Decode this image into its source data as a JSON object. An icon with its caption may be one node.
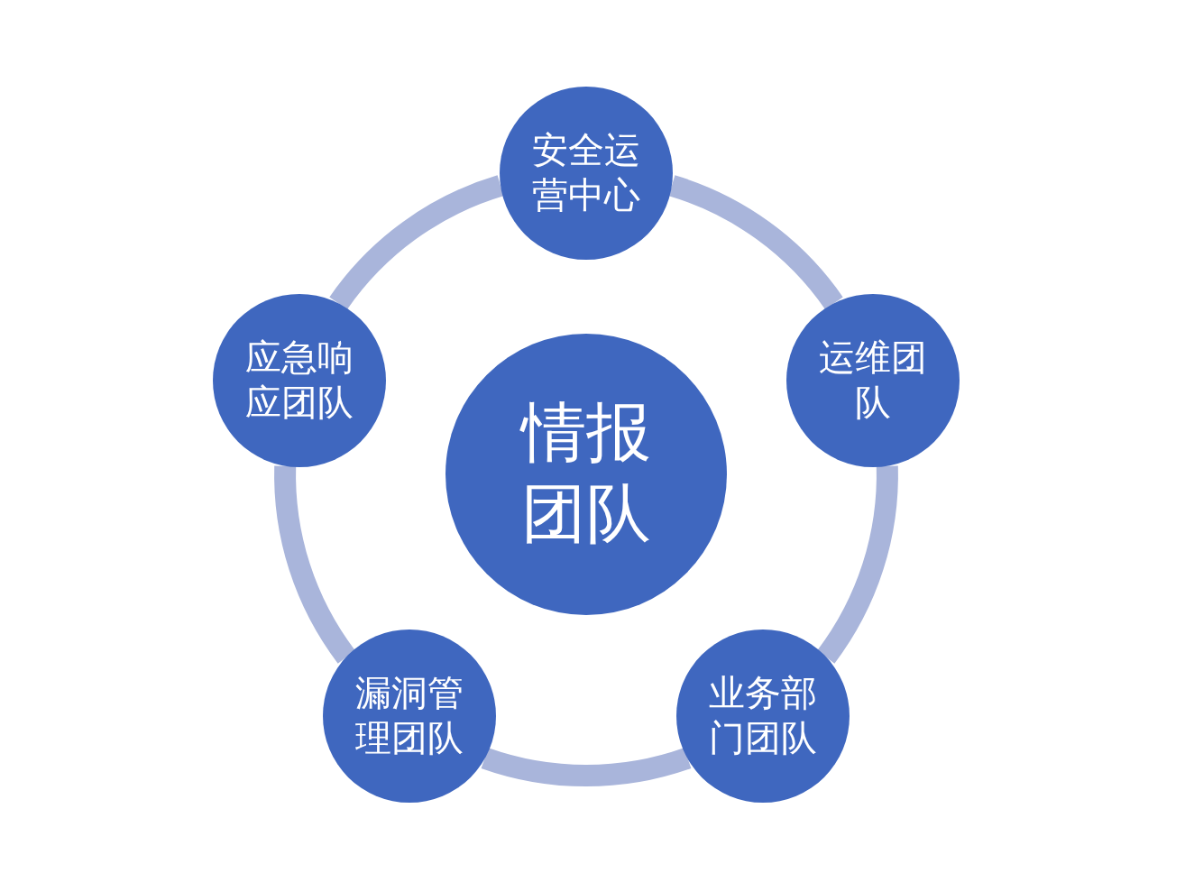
{
  "diagram": {
    "nodes": [
      {
        "text": [
          "情报团队"
        ]
      },
      {
        "text": [
          "安全运营中心"
        ]
      },
      {
        "text": [
          "运维团队"
        ]
      },
      {
        "text": [
          "业务部门团队"
        ]
      },
      {
        "text": [
          "漏洞管理团队"
        ]
      },
      {
        "text": [
          "应急响应团队"
        ]
      }
    ],
    "edges": [
      {
        "from": 1,
        "to": 2,
        "arrow": "none"
      },
      {
        "from": 2,
        "to": 3,
        "arrow": "none"
      },
      {
        "from": 3,
        "to": 4,
        "arrow": "none"
      },
      {
        "from": 4,
        "to": 5,
        "arrow": "none"
      },
      {
        "from": 5,
        "to": 1,
        "arrow": "none"
      }
    ]
  }
}
